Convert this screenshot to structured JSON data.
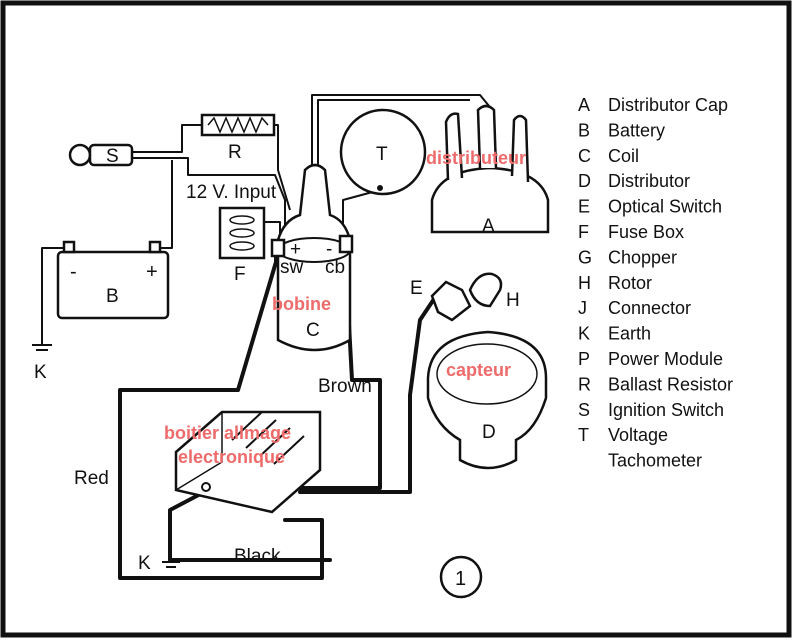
{
  "labels": {
    "S": "S",
    "R": "R",
    "input": "12 V. Input",
    "F": "F",
    "B": "B",
    "minus": "-",
    "plus": "+",
    "K1": "K",
    "K2": "K",
    "T": "T",
    "A": "A",
    "sw": "sw",
    "cb": "cb",
    "coil_plus": "+",
    "coil_minus": "-",
    "C": "C",
    "E": "E",
    "H": "H",
    "D": "D",
    "brown": "Brown",
    "red": "Red",
    "black": "Black",
    "figure_number": "1"
  },
  "annotations": {
    "distributeur": "distributeur",
    "bobine": "bobine",
    "capteur": "capteur",
    "boitier_line1": "boitier allmage",
    "boitier_line2": "electronique"
  },
  "colors": {
    "annotation": "#ee6b6b",
    "ink": "#111111"
  },
  "legend": [
    {
      "key": "A",
      "text": "Distributor Cap"
    },
    {
      "key": "B",
      "text": "Battery"
    },
    {
      "key": "C",
      "text": "Coil"
    },
    {
      "key": "D",
      "text": "Distributor"
    },
    {
      "key": "E",
      "text": "Optical Switch"
    },
    {
      "key": "F",
      "text": "Fuse Box"
    },
    {
      "key": "G",
      "text": "Chopper"
    },
    {
      "key": "H",
      "text": "Rotor"
    },
    {
      "key": "J",
      "text": "Connector"
    },
    {
      "key": "K",
      "text": "Earth"
    },
    {
      "key": "P",
      "text": "Power Module"
    },
    {
      "key": "R",
      "text": "Ballast Resistor"
    },
    {
      "key": "S",
      "text": "Ignition Switch"
    },
    {
      "key": "T",
      "text": "Voltage"
    },
    {
      "key": "",
      "text": "Tachometer"
    }
  ]
}
